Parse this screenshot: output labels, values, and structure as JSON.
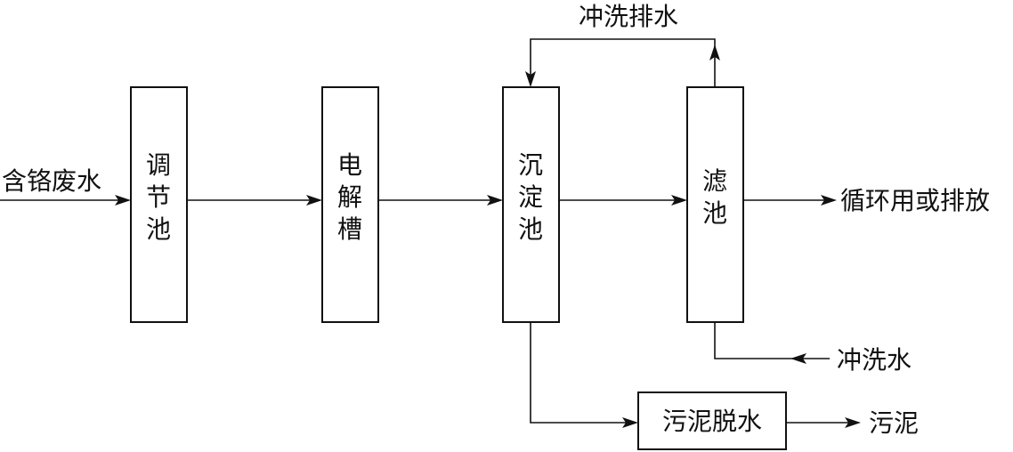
{
  "nodes": {
    "adjust_tank": {
      "label": "调节池",
      "chars": [
        "调",
        "节",
        "池"
      ]
    },
    "electrolytic_cell": {
      "label": "电解槽",
      "chars": [
        "电",
        "解",
        "槽"
      ]
    },
    "sedimentation_tank": {
      "label": "沉淀池",
      "chars": [
        "沉",
        "淀",
        "池"
      ]
    },
    "filter_tank": {
      "label": "滤池",
      "chars": [
        "滤",
        "池"
      ]
    },
    "sludge_dewatering": {
      "label": "污泥脱水"
    }
  },
  "labels": {
    "input": "含铬废水",
    "backwash_drain": "冲洗排水",
    "output": "循环用或排放",
    "wash_water": "冲洗水",
    "sludge": "污泥"
  }
}
